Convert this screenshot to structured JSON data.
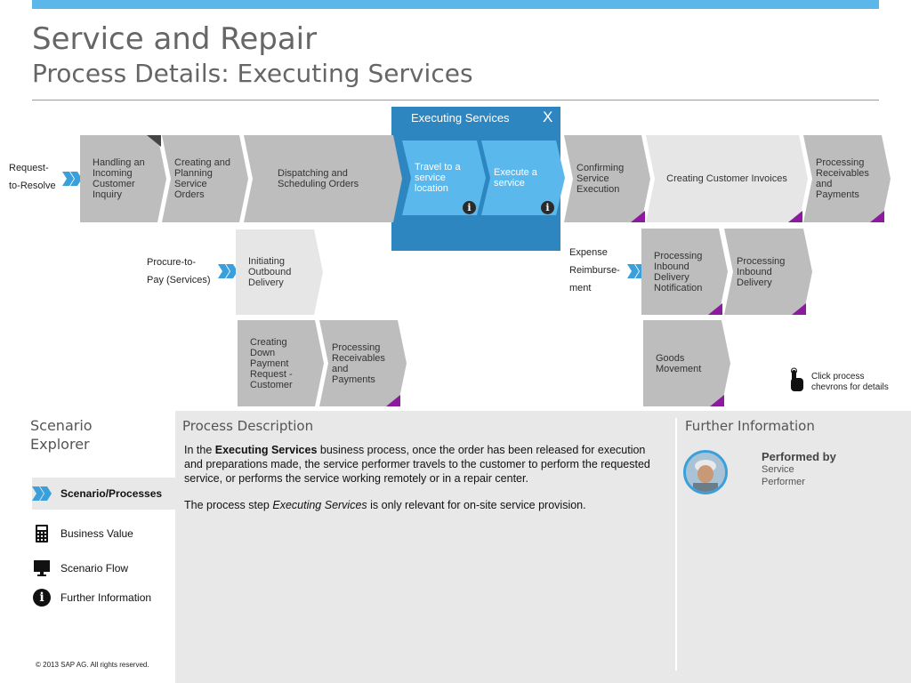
{
  "header": {
    "title": "Service and Repair",
    "subtitle": "Process Details: Executing Services"
  },
  "colors": {
    "top_bar": "#5bb6e9",
    "chevron_gray": "#bdbdbd",
    "chevron_light": "#e6e6e6",
    "chevron_blue": "#5ab8ec",
    "focus_panel": "#2e86c1",
    "purple_marker": "#8b1a9e"
  },
  "process_map": {
    "row1": {
      "start_label": "Request-\nto-Resolve",
      "chevrons": [
        "Handling an\nIncoming\nCustomer\nInquiry",
        "Creating and\nPlanning\nService\nOrders",
        "Dispatching and\nScheduling Orders",
        "Confirming\nService\nExecution",
        "Creating Customer Invoices",
        "Processing\nReceivables\nand\nPayments"
      ]
    },
    "focus": {
      "title": "Executing Services",
      "close_label": "X",
      "steps": [
        "Travel to a\nservice\nlocation",
        "Execute a\nservice"
      ],
      "info_glyph": "i"
    },
    "procure": {
      "start_label": "Procure-to-\nPay (Services)",
      "chevrons": [
        "Initiating\nOutbound\nDelivery",
        "Creating\nDown\nPayment\nRequest -\nCustomer",
        "Processing\nReceivables\nand\nPayments"
      ]
    },
    "expense": {
      "start_label": "Expense\nReimburse-\nment",
      "chevrons": [
        "Processing\nInbound\nDelivery\nNotification",
        "Processing\nInbound\nDelivery",
        "Goods\nMovement"
      ]
    },
    "hint": "Click process\nchevrons for details"
  },
  "scenario_explorer": {
    "title": "Scenario\nExplorer",
    "items": [
      {
        "label": "Scenario/Processes",
        "icon": "chevron-double-icon",
        "active": true
      },
      {
        "label": "Business Value",
        "icon": "calculator-icon"
      },
      {
        "label": "Scenario Flow",
        "icon": "monitor-icon"
      },
      {
        "label": "Further Information",
        "icon": "info-icon"
      }
    ]
  },
  "description": {
    "title": "Process Description",
    "p1_prefix": "In the ",
    "p1_bold": "Executing Services",
    "p1_suffix": " business process, once the order has been released for execution and preparations made, the service performer travels to the customer to perform the requested service, or performs the service working remotely or in a repair center.",
    "p2_prefix": "The process step ",
    "p2_italic": "Executing Services",
    "p2_suffix": " is only relevant for on-site service provision."
  },
  "further_info": {
    "title": "Further Information",
    "performed_by_label": "Performed by",
    "performed_by_value": "Service\nPerformer"
  },
  "footer": {
    "copyright": "© 2013 SAP AG. All rights reserved."
  }
}
